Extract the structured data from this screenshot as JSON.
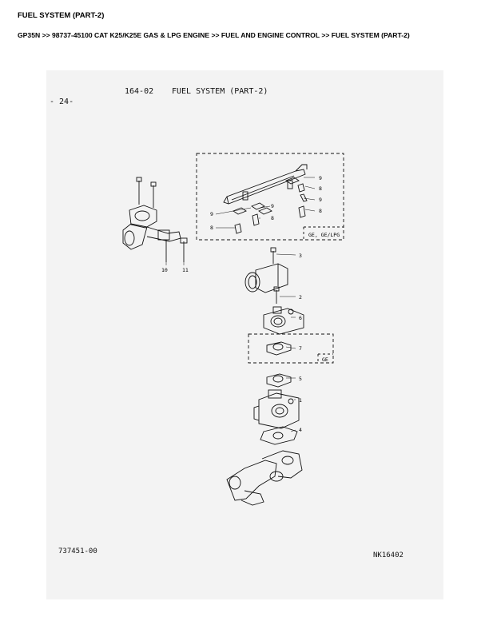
{
  "header": {
    "title": "FUEL SYSTEM (PART-2)",
    "breadcrumb": "GP35N >> 98737-45100 CAT K25/K25E GAS & LPG ENGINE >> FUEL AND ENGINE CONTROL >> FUEL SYSTEM (PART-2)"
  },
  "sheet": {
    "page_marker": "- 24-",
    "group_number": "164-02",
    "group_title": "FUEL SYSTEM (PART-2)",
    "drawing_number": "737451-00",
    "reference_code": "NK16402"
  },
  "diagram": {
    "group_labels": {
      "upper": "GE, GE/LPG",
      "lower": "GE"
    },
    "callouts": {
      "c1": "1",
      "c2": "2",
      "c3": "3",
      "c4": "4",
      "c5": "5",
      "c6": "6",
      "c7": "7",
      "c8a": "8",
      "c8b": "8",
      "c8c": "8",
      "c8d": "8",
      "c9a": "9",
      "c9b": "9",
      "c9c": "9",
      "c9d": "9",
      "c10": "10",
      "c11": "11"
    }
  }
}
